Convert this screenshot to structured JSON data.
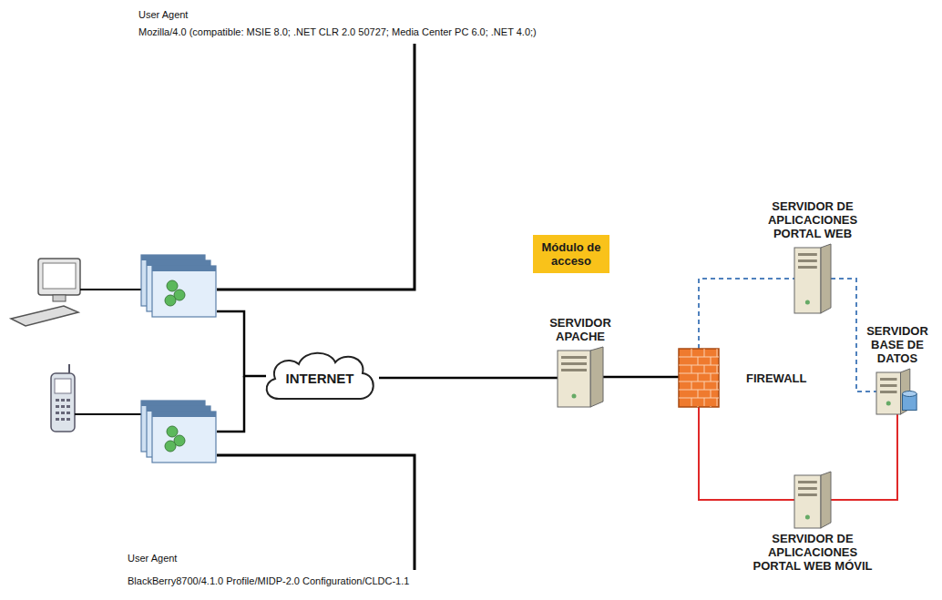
{
  "diagram": {
    "nodes": [
      {
        "text": [
          "Módulo de acceso"
        ]
      },
      {
        "text": [
          "INTERNET"
        ]
      },
      {
        "text": [
          "SERVIDOR APACHE"
        ]
      },
      {
        "text": [
          "FIREWALL"
        ]
      },
      {
        "text": [
          "SERVIDOR DE APLICACIONES PORTAL WEB"
        ]
      },
      {
        "text": [
          "SERVIDOR BASE DE DATOS"
        ]
      },
      {
        "text": [
          "SERVIDOR DE APLICACIONES PORTAL WEB MÓVIL"
        ]
      }
    ],
    "edges": [
      {
        "from": 1,
        "to": 2,
        "arrow": "none"
      },
      {
        "from": 2,
        "to": 3,
        "arrow": "none"
      },
      {
        "from": 3,
        "to": 4,
        "arrow": "none"
      },
      {
        "from": 4,
        "to": 5,
        "arrow": "none"
      },
      {
        "from": 3,
        "to": 6,
        "arrow": "none"
      },
      {
        "from": 6,
        "to": 5,
        "arrow": "none"
      }
    ],
    "labels": [
      "User Agent",
      "Mozilla/4.0 (compatible: MSIE 8.0; .NET CLR 2.0 50727; Media Center PC 6.0; .NET 4.0;)",
      "User Agent",
      "BlackBerry8700/4.1.0 Profile/MIDP-2.0 Configuration/CLDC-1.1"
    ]
  }
}
